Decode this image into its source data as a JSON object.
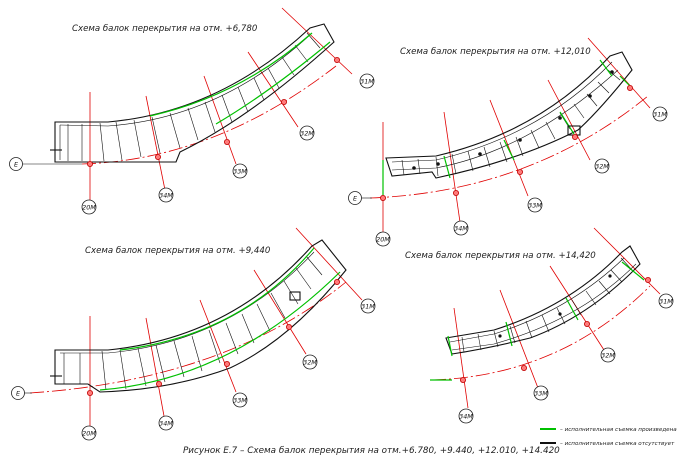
{
  "schemes": [
    {
      "title": "Схема балок перекрытия на отм. +6,780",
      "axes": {
        "e": "Е",
        "a20": "20М",
        "a34": "34М",
        "a33": "33М",
        "a32": "32М",
        "a31": "31М"
      }
    },
    {
      "title": "Схема балок перекрытия на отм. +12,010",
      "axes": {
        "e": "Е",
        "a20": "20М",
        "a34": "34М",
        "a33": "33М",
        "a32": "32М",
        "a31": "31М"
      }
    },
    {
      "title": "Схема балок перекрытия на отм. +9,440",
      "axes": {
        "e": "Е",
        "a20": "20М",
        "a34": "34М",
        "a33": "33М",
        "a32": "32М",
        "a31": "31М"
      }
    },
    {
      "title": "Схема балок перекрытия на отм. +14,420",
      "axes": {
        "a34": "34М",
        "a33": "33М",
        "a32": "32М",
        "a31": "31М"
      }
    }
  ],
  "legend": [
    {
      "text": "– исполнительная съемка произведена",
      "color": "#00c000"
    },
    {
      "text": "– исполнительная съемка отсутствует",
      "color": "#111111"
    }
  ],
  "caption": "Рисунок Е.7 – Схема балок перекрытия на отм.+6.780, +9.440, +12.010, +14.420",
  "colors": {
    "axis_line": "#e00000",
    "surveyed": "#00c000",
    "structure": "#111111"
  }
}
